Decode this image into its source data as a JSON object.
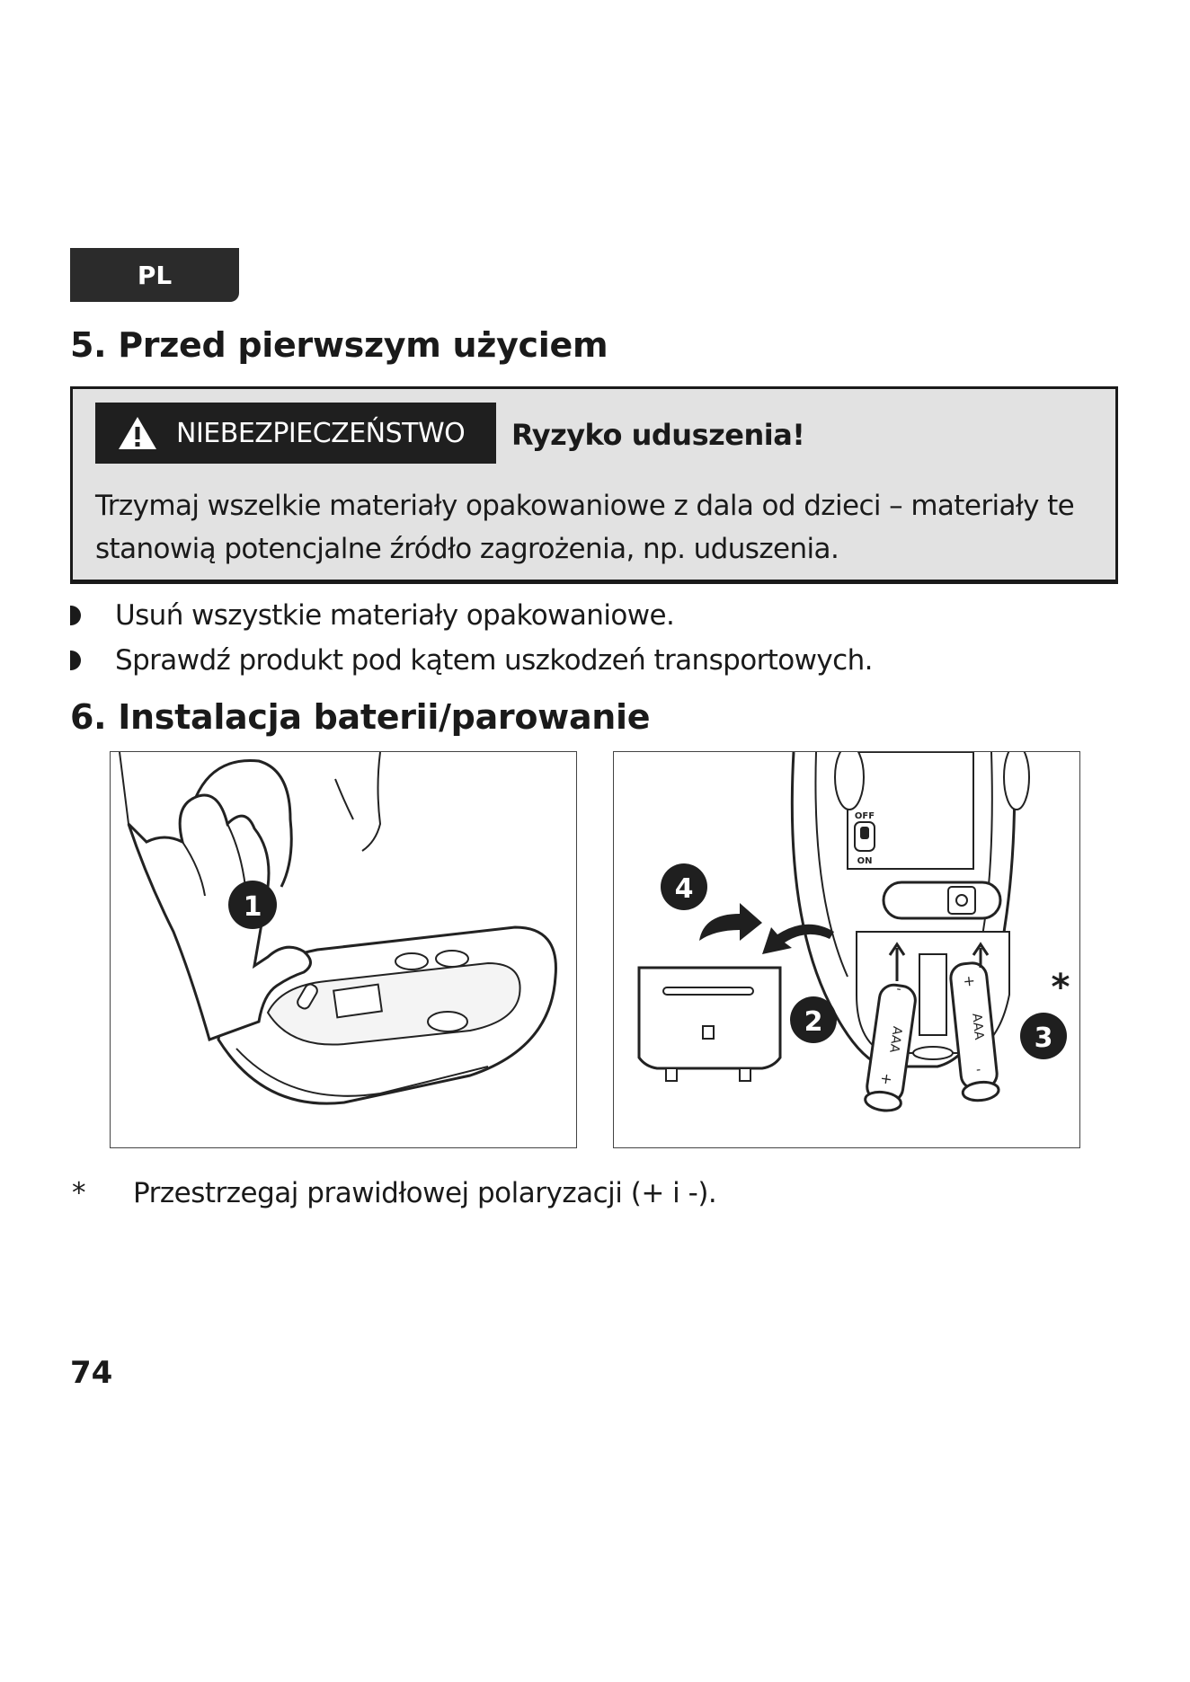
{
  "language_tab": "PL",
  "section5": {
    "title": "5. Przed pierwszym użyciem",
    "warning": {
      "label": "NIEBEZPIECZEŃSTWO",
      "subtitle": "Ryzyko uduszenia!",
      "body": "Trzymaj wszelkie materiały opakowaniowe z dala od dzieci – materiały te stanowią potencjalne źródło zagrożenia, np. uduszenia."
    },
    "bullets": [
      "Usuń wszystkie materiały opakowaniowe.",
      "Sprawdź produkt pod kątem uszkodzeń transportowych."
    ]
  },
  "section6": {
    "title": "6. Instalacja baterii/parowanie",
    "figure1": {
      "step": "1"
    },
    "figure2": {
      "steps": [
        "2",
        "3",
        "4"
      ],
      "switch_off": "OFF",
      "switch_on": "ON",
      "battery_label": "AAA",
      "plus": "+",
      "minus": "-",
      "asterisk": "*"
    }
  },
  "note": {
    "marker": "*",
    "text": "Przestrzegaj prawidłowej polaryzacji (+ i -)."
  },
  "page_number": "74"
}
